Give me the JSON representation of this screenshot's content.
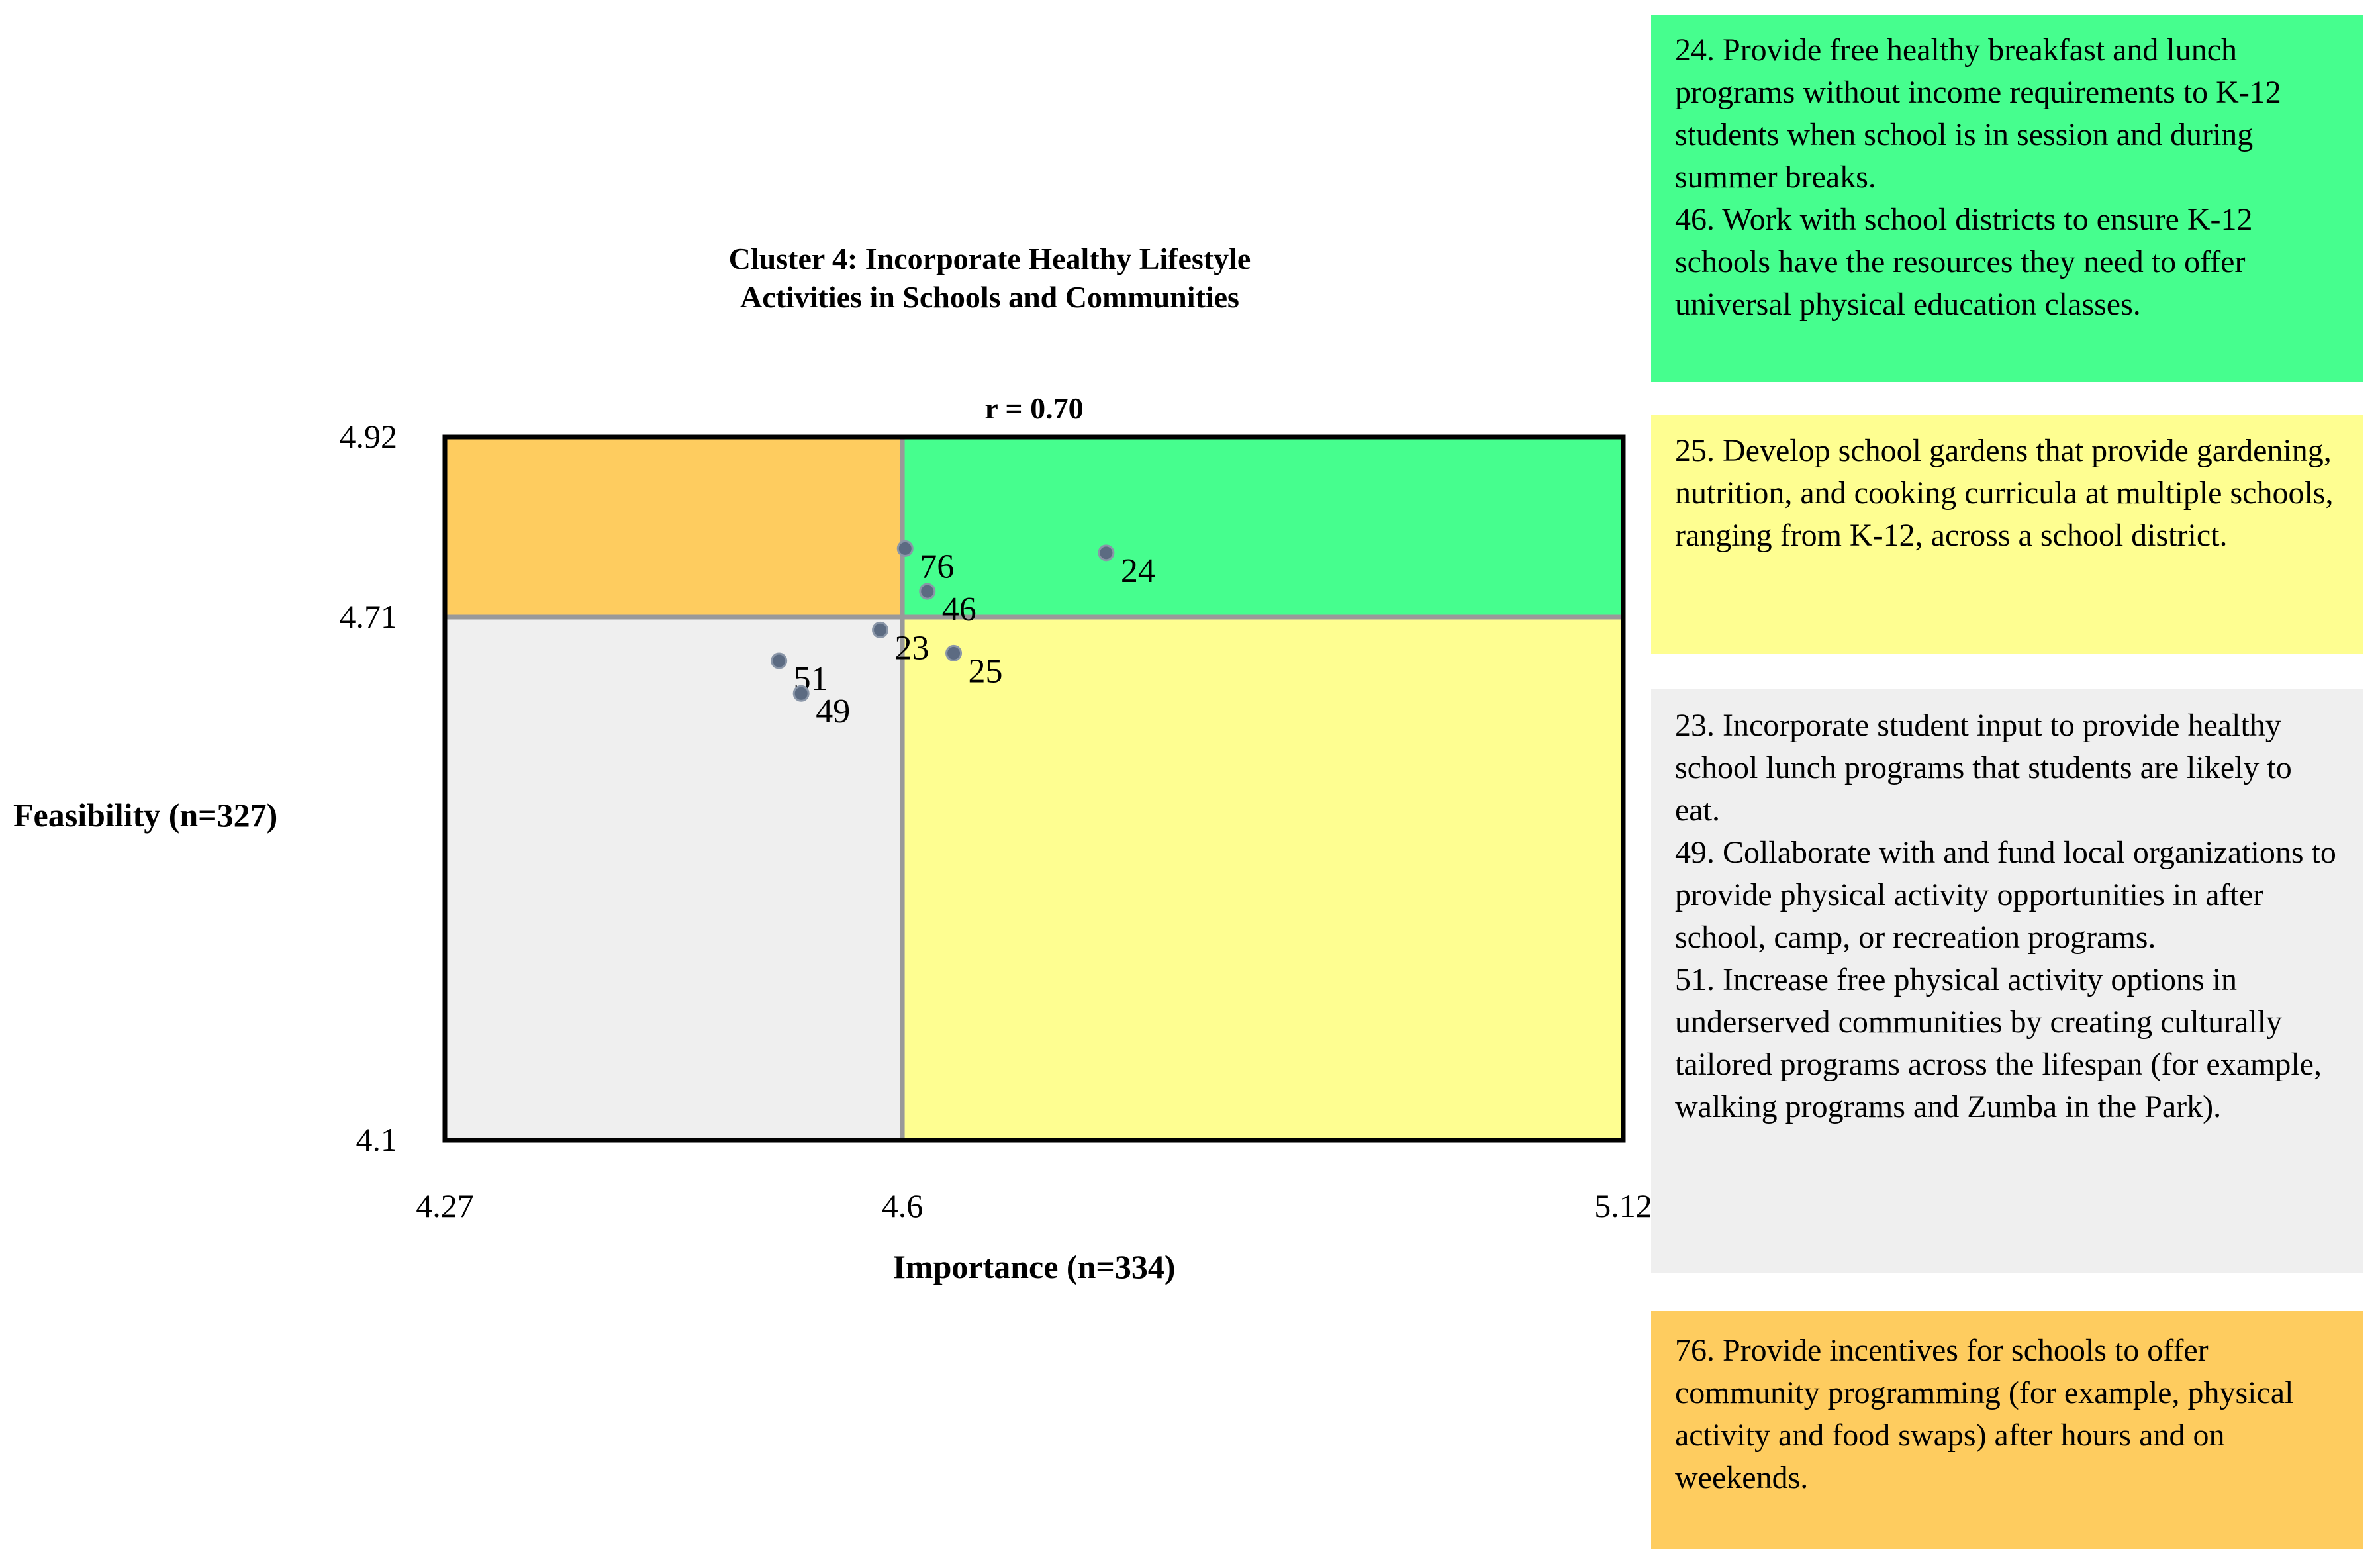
{
  "chart_data": {
    "type": "scatter",
    "title": "Cluster 4: Incorporate Healthy Lifestyle Activities in Schools and Communities",
    "title_lines": [
      "Cluster 4: Incorporate Healthy Lifestyle",
      "Activities in Schools and Communities"
    ],
    "subtitle": "r = 0.70",
    "xlabel": "Importance (n=334)",
    "ylabel": "Feasibility (n=327)",
    "xlim": [
      4.27,
      5.12
    ],
    "ylim": [
      4.1,
      4.92
    ],
    "x_ticks": [
      "4.27",
      "4.6",
      "5.12"
    ],
    "y_ticks": [
      "4.92",
      "4.71",
      "4.1"
    ],
    "x_split": 4.6,
    "y_split": 4.71,
    "quadrant_colors": {
      "top_left": "#FECC5F",
      "top_right": "#46FE8E",
      "bottom_left": "#EFEFEF",
      "bottom_right": "#FEFE91"
    },
    "divider_color": "#999999",
    "point_color": "#5C6B82",
    "points": [
      {
        "label": "24",
        "x": 4.747,
        "y": 4.785
      },
      {
        "label": "76",
        "x": 4.602,
        "y": 4.79
      },
      {
        "label": "46",
        "x": 4.618,
        "y": 4.74
      },
      {
        "label": "23",
        "x": 4.584,
        "y": 4.695
      },
      {
        "label": "25",
        "x": 4.637,
        "y": 4.668
      },
      {
        "label": "51",
        "x": 4.511,
        "y": 4.659
      },
      {
        "label": "49",
        "x": 4.527,
        "y": 4.621
      }
    ],
    "grid": false,
    "legend_placement": "right"
  },
  "legend": {
    "green": [
      "24. Provide free healthy breakfast and lunch programs without income requirements to K-12 students when school is in session and during summer breaks.",
      "46. Work with school districts to ensure K-12 schools have the resources they need to offer universal physical education classes."
    ],
    "yellow": [
      "25. Develop school gardens that provide gardening, nutrition, and cooking curricula at multiple schools, ranging from K-12, across a school district."
    ],
    "gray": [
      "23. Incorporate student input to provide healthy school lunch programs that students are likely to eat.",
      "49. Collaborate with and fund local organizations to provide physical activity opportunities in after school, camp, or recreation programs.",
      "51. Increase free physical activity options in underserved communities by creating culturally tailored programs across the lifespan (for example, walking programs and Zumba in the Park)."
    ],
    "orange": [
      "76. Provide incentives for schools to offer community programming (for example, physical activity and food swaps) after hours and on weekends."
    ],
    "colors": {
      "green": "#46FE8E",
      "yellow": "#FEFE91",
      "gray": "#EFEFEF",
      "orange": "#FECC5F"
    }
  }
}
